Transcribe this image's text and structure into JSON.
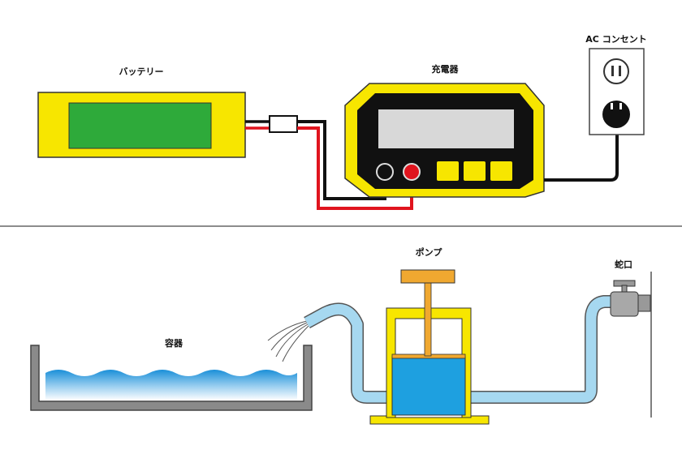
{
  "labels": {
    "battery": "バッテリー",
    "charger": "充電器",
    "outlet": "AC コンセント",
    "pump": "ポンプ",
    "faucet": "蛇口",
    "container": "容器"
  },
  "colors": {
    "yellow": "#f7e600",
    "green": "#2eaa3a",
    "charger_body": "#111111",
    "screen": "#d8d8d8",
    "red_wire": "#e0141e",
    "black_wire": "#111111",
    "water": "#1ea0e0",
    "hose": "#a6d8f0",
    "pump_handle": "#f0a830",
    "container_wall": "#8a8a8a"
  }
}
